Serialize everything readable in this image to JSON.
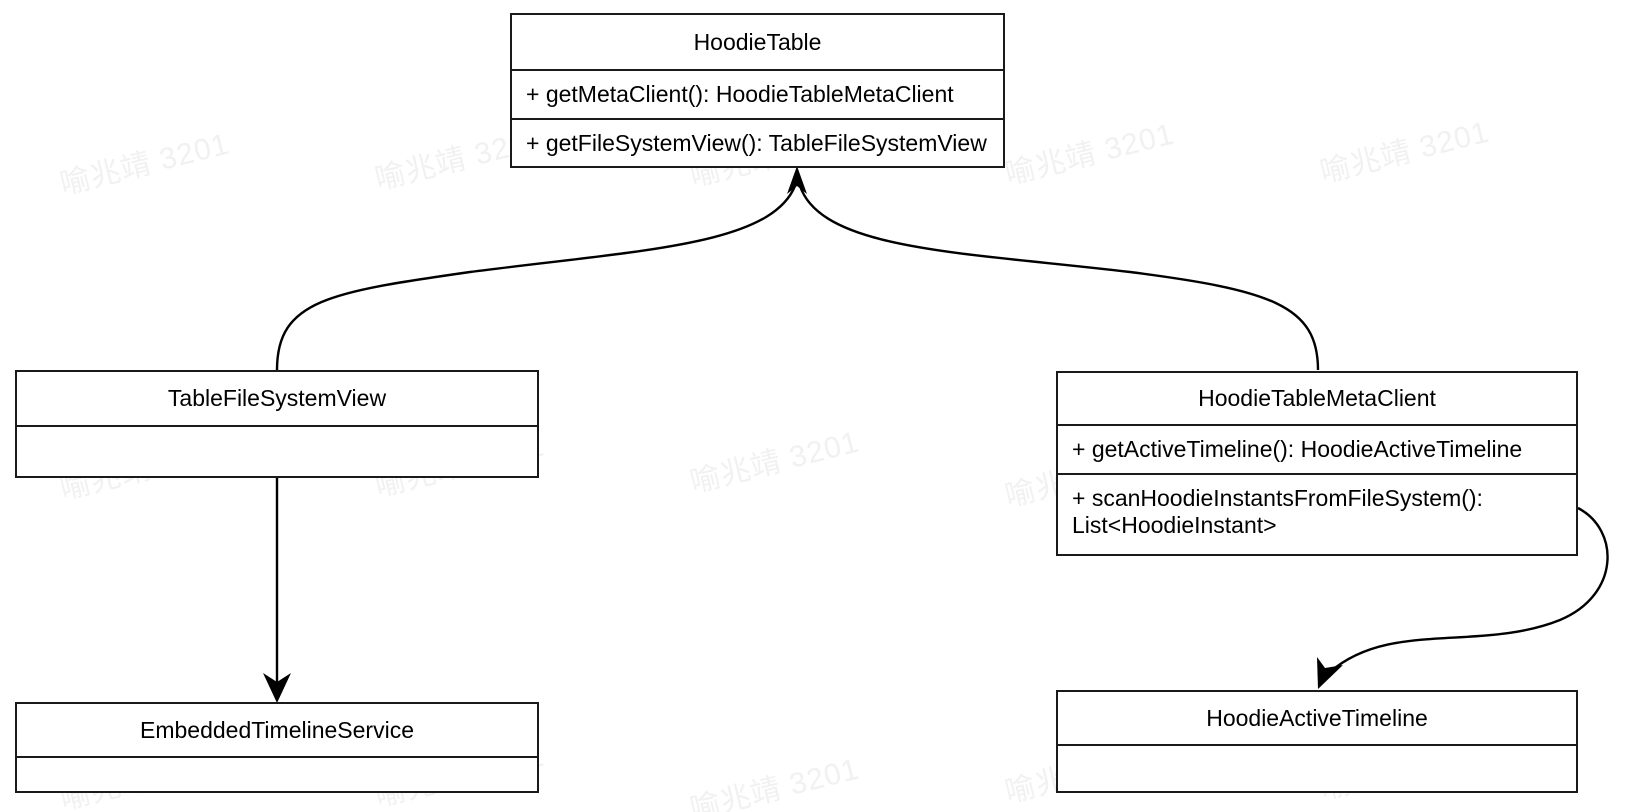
{
  "diagram": {
    "type": "uml-class-diagram",
    "background": "#ffffff",
    "line_color": "#000000",
    "text_color": "#000000",
    "classes": [
      {
        "id": "hoodie-table",
        "name": "HoodieTable",
        "methods": [
          "+ getMetaClient(): HoodieTableMetaClient",
          "+ getFileSystemView(): TableFileSystemView"
        ]
      },
      {
        "id": "table-file-system-view",
        "name": "TableFileSystemView",
        "methods": []
      },
      {
        "id": "hoodie-table-meta-client",
        "name": "HoodieTableMetaClient",
        "methods": [
          "+ getActiveTimeline(): HoodieActiveTimeline",
          "+ scanHoodieInstantsFromFileSystem():\nList<HoodieInstant>"
        ]
      },
      {
        "id": "embedded-timeline-service",
        "name": "EmbeddedTimelineService",
        "methods": []
      },
      {
        "id": "hoodie-active-timeline",
        "name": "HoodieActiveTimeline",
        "methods": []
      }
    ],
    "relations": [
      {
        "from": "table-file-system-view",
        "to": "hoodie-table",
        "style": "curved",
        "arrow": "filled"
      },
      {
        "from": "hoodie-table-meta-client",
        "to": "hoodie-table",
        "style": "curved",
        "arrow": "filled"
      },
      {
        "from": "table-file-system-view",
        "to": "embedded-timeline-service",
        "style": "straight",
        "arrow": "filled"
      },
      {
        "from": "hoodie-table-meta-client",
        "to": "hoodie-active-timeline",
        "style": "curved",
        "arrow": "filled"
      }
    ]
  },
  "watermark": {
    "text": "喻兆靖 3201",
    "color": "#f1f1f1"
  }
}
